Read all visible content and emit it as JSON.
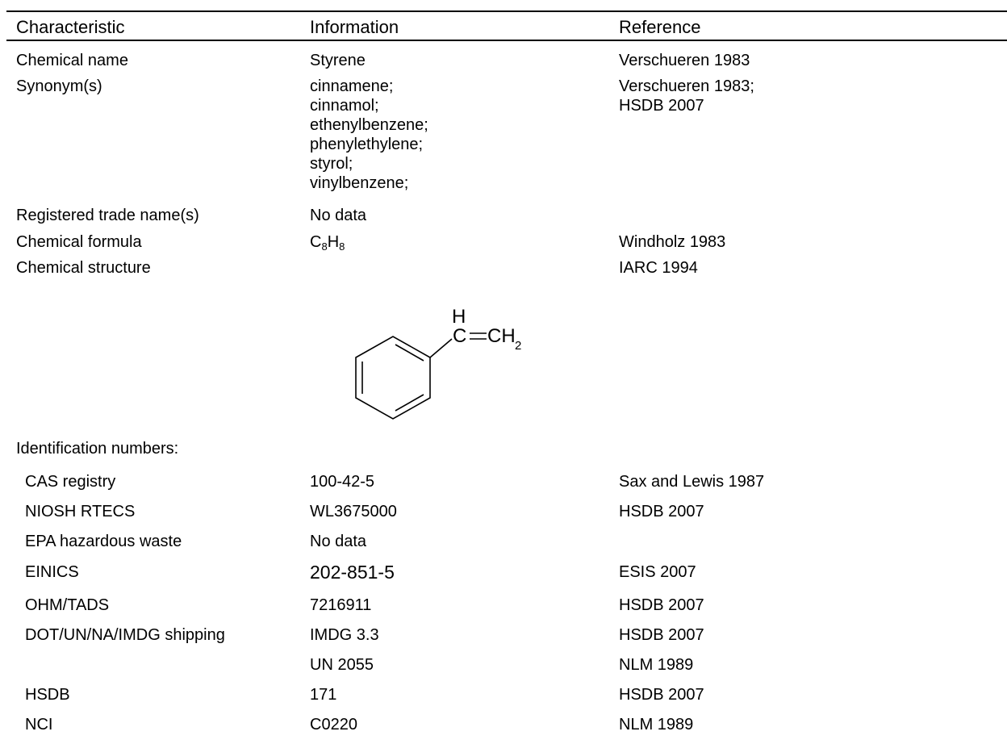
{
  "header": {
    "characteristic": "Characteristic",
    "information": "Information",
    "reference": "Reference"
  },
  "rows": {
    "chemical_name": {
      "label": "Chemical name",
      "info": "Styrene",
      "ref": "Verschueren 1983"
    },
    "synonyms": {
      "label": "Synonym(s)",
      "info": [
        "cinnamene;",
        "cinnamol;",
        "ethenylbenzene;",
        "phenylethylene;",
        "styrol;",
        "vinylbenzene;"
      ],
      "ref": [
        "Verschueren 1983;",
        "HSDB 2007"
      ]
    },
    "trade_names": {
      "label": "Registered trade name(s)",
      "info": "No data",
      "ref": ""
    },
    "formula": {
      "label": "Chemical formula",
      "info_c": "C",
      "info_c_sub": "8",
      "info_h": "H",
      "info_h_sub": "8",
      "ref": "Windholz 1983"
    },
    "structure": {
      "label": "Chemical structure",
      "ref": "IARC 1994",
      "h": "H",
      "c": "C",
      "ch": "CH",
      "sub2": "2"
    },
    "id_heading": "Identification numbers:",
    "cas": {
      "label": "CAS registry",
      "info": "100-42-5",
      "ref": "Sax and Lewis 1987"
    },
    "rtecs": {
      "label": "NIOSH RTECS",
      "info": "WL3675000",
      "ref": "HSDB 2007"
    },
    "epa": {
      "label": "EPA hazardous waste",
      "info": "No data",
      "ref": ""
    },
    "einics": {
      "label": "EINICS",
      "info": "202-851-5",
      "ref": "ESIS 2007"
    },
    "ohm": {
      "label": "OHM/TADS",
      "info": "7216911",
      "ref": "HSDB 2007"
    },
    "dot": {
      "label": "DOT/UN/NA/IMDG shipping",
      "info": "IMDG 3.3",
      "ref": "HSDB 2007"
    },
    "un": {
      "info": "UN 2055",
      "ref": "NLM 1989"
    },
    "hsdb": {
      "label": "HSDB",
      "info": "171",
      "ref": "HSDB 2007"
    },
    "nci": {
      "label": "NCI",
      "info": "C0220",
      "ref": "NLM 1989"
    }
  }
}
